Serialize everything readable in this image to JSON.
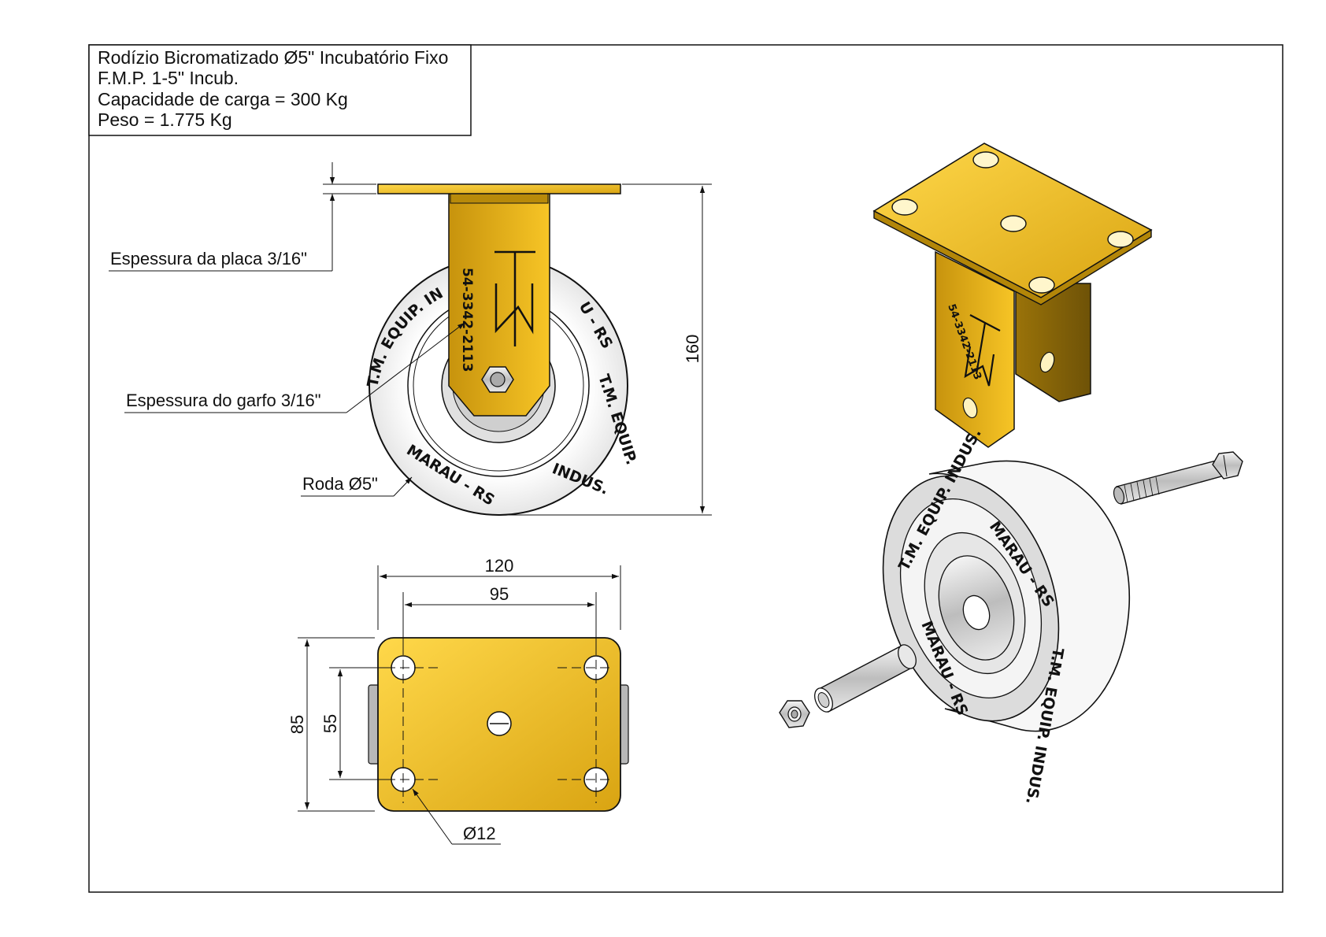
{
  "title_block": {
    "line1": "Rodízio Bicromatizado Ø5\" Incubatório Fixo",
    "line2": "F.M.P. 1-5\" Incub.",
    "line3": "Capacidade de carga = 300 Kg",
    "line4": "Peso = 1.775 Kg"
  },
  "annotations": {
    "plate_thickness": "Espessura da placa 3/16\"",
    "fork_thickness": "Espessura do garfo 3/16\"",
    "wheel": "Roda Ø5\""
  },
  "dimensions": {
    "height": "160",
    "plate_width": "120",
    "hole_spacing_x": "95",
    "plate_depth": "85",
    "hole_spacing_y": "55",
    "hole_diameter": "Ø12"
  },
  "wheel_marking": {
    "left": "T.M. EQUIP. IN",
    "right": "U - RS",
    "right_lower": "T.M. EQUIP.",
    "bottom": "INDUS.",
    "bottom_left": "MARAU - RS",
    "phone": "54-3342-2113",
    "logo": "TM"
  },
  "iso_wheel_marking": {
    "top": "T.M. EQUIP. INDUS.",
    "right": "MARAU - RS",
    "left": "MARAU - RS",
    "bottom": "T.M. EQUIP. INDUS."
  },
  "colors": {
    "plate": "#f5c518",
    "plate_dark": "#c99a0c",
    "wheel": "#f2f2f2",
    "metal": "#c8c8c8",
    "line": "#111111"
  }
}
